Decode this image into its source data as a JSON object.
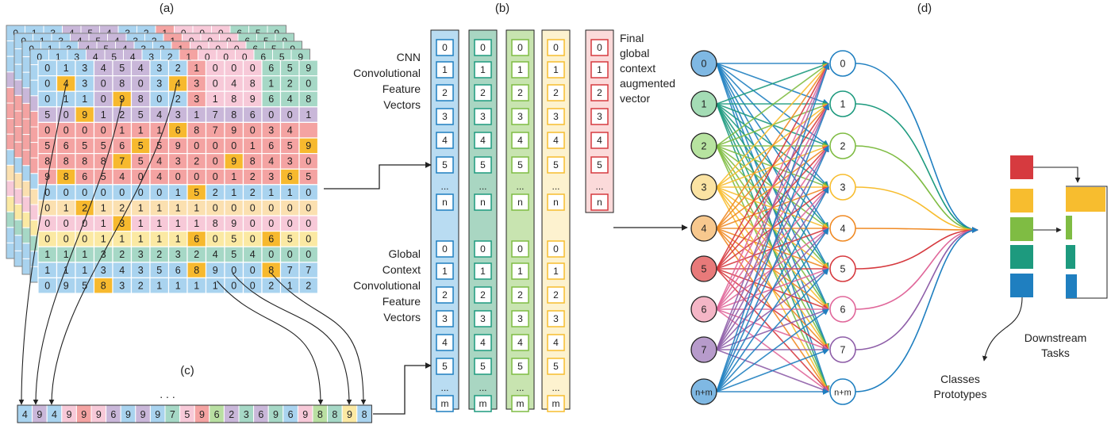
{
  "panel_labels": {
    "a": "(a)",
    "b": "(b)",
    "c": "(c)",
    "d": "(d)"
  },
  "colors": {
    "blue": "#a9d3ef",
    "salmon": "#f4a3a2",
    "peach": "#fbe0b0",
    "pink": "#f7c9d8",
    "teal": "#a6d8c6",
    "green": "#b9dfa2",
    "purple": "#c9b7d9",
    "orange": "#f7b92e",
    "yellow": "#fbe9a3",
    "node_blue": "#7fb8e3",
    "node_green": "#a4dcb5",
    "node_lightgreen": "#b7e3a0",
    "node_yellow": "#fbe3a3",
    "node_orange": "#f7c88e",
    "node_red": "#e87a7a",
    "node_pink": "#f4b6c6",
    "node_purple": "#b79bcb",
    "edge_blue": "#1f7fc0",
    "proto_red": "#d63a3f",
    "proto_yellow": "#f7bd2f",
    "proto_green": "#7fbc43",
    "proto_teal": "#1d9a7e",
    "proto_blue": "#1f7fc0"
  },
  "grid": {
    "rows": [
      [
        "0",
        "1",
        "3",
        "4",
        "5",
        "4",
        "3",
        "2",
        "1",
        "0",
        "0",
        "0",
        "6",
        "5",
        "9"
      ],
      [
        "0",
        "4",
        "3",
        "0",
        "8",
        "0",
        "3",
        "4",
        "3",
        "0",
        "4",
        "8",
        "1",
        "2",
        "0"
      ],
      [
        "0",
        "1",
        "1",
        "0",
        "9",
        "8",
        "0",
        "2",
        "3",
        "1",
        "8",
        "9",
        "6",
        "4",
        "8"
      ],
      [
        "5",
        "0",
        "9",
        "1",
        "2",
        "5",
        "4",
        "3",
        "1",
        "7",
        "8",
        "6",
        "0",
        "0",
        "1"
      ],
      [
        "0",
        "0",
        "0",
        "0",
        "1",
        "1",
        "1",
        "6",
        "8",
        "7",
        "9",
        "0",
        "3",
        "4"
      ],
      [
        "5",
        "6",
        "5",
        "5",
        "6",
        "5",
        "5",
        "9",
        "0",
        "0",
        "0",
        "1",
        "6",
        "5",
        "9"
      ],
      [
        "8",
        "8",
        "8",
        "8",
        "7",
        "5",
        "4",
        "3",
        "2",
        "0",
        "9",
        "8",
        "4",
        "3",
        "0"
      ],
      [
        "9",
        "8",
        "6",
        "5",
        "4",
        "0",
        "4",
        "0",
        "0",
        "0",
        "1",
        "2",
        "3",
        "6",
        "5"
      ],
      [
        "0",
        "0",
        "0",
        "0",
        "0",
        "0",
        "0",
        "1",
        "5",
        "2",
        "1",
        "2",
        "1",
        "1",
        "0"
      ],
      [
        "0",
        "1",
        "2",
        "1",
        "2",
        "1",
        "1",
        "1",
        "1",
        "0",
        "0",
        "0",
        "0",
        "0",
        "0"
      ],
      [
        "0",
        "0",
        "0",
        "1",
        "3",
        "1",
        "1",
        "1",
        "1",
        "8",
        "9",
        "0",
        "0",
        "0",
        "0"
      ],
      [
        "0",
        "0",
        "0",
        "1",
        "1",
        "1",
        "1",
        "1",
        "6",
        "0",
        "5",
        "0",
        "6",
        "5",
        "0"
      ],
      [
        "1",
        "1",
        "1",
        "3",
        "2",
        "3",
        "2",
        "3",
        "2",
        "4",
        "5",
        "4",
        "0",
        "0",
        "0"
      ],
      [
        "1",
        "1",
        "1",
        "3",
        "4",
        "3",
        "5",
        "6",
        "8",
        "9",
        "0",
        "0",
        "8",
        "7",
        "7"
      ],
      [
        "0",
        "9",
        "5",
        "8",
        "3",
        "2",
        "1",
        "1",
        "1",
        "1",
        "0",
        "0",
        "2",
        "1",
        "2"
      ]
    ],
    "back_top_rows": [
      [
        "0",
        "1",
        "3",
        "4",
        "5",
        "4",
        "3",
        "2",
        "1",
        "0",
        "0",
        "0",
        "6",
        "5",
        "9"
      ],
      [
        "0",
        "1",
        "3",
        "4",
        "5",
        "4",
        "3",
        "2",
        "1",
        "0",
        "0",
        "0",
        "6",
        "5",
        "9"
      ],
      [
        "0",
        "1",
        "3",
        "4",
        "5",
        "4",
        "3",
        "2",
        "1",
        "0",
        "0",
        "0",
        "6",
        "5",
        "9"
      ],
      [
        "0",
        "1",
        "3",
        "4",
        "5",
        "4",
        "3",
        "2",
        "1",
        "0",
        "0",
        "0",
        "6",
        "5",
        "9"
      ]
    ]
  },
  "sequence": {
    "ellipsis": ". . .",
    "cells": [
      "4",
      "9",
      "4",
      "9",
      "9",
      "9",
      "6",
      "9",
      "9",
      "9",
      "7",
      "5",
      "9",
      "6",
      "2",
      "3",
      "6",
      "9",
      "6",
      "9",
      "8",
      "8",
      "9",
      "8"
    ]
  },
  "vectors": {
    "cnn_label": [
      "CNN",
      "Convolutional",
      "Feature",
      "Vectors"
    ],
    "global_label": [
      "Global",
      "Context",
      "Convolutional",
      "Feature",
      "Vectors"
    ],
    "final_label": [
      "Final",
      "global",
      "context",
      "augmented",
      "vector"
    ],
    "top_cells": [
      "0",
      "1",
      "2",
      "3",
      "4",
      "5",
      "...",
      "n"
    ],
    "bottom_cells": [
      "0",
      "1",
      "2",
      "3",
      "4",
      "5",
      "...",
      "m"
    ],
    "final_cells": [
      "0",
      "1",
      "2",
      "3",
      "4",
      "5",
      "...",
      "n"
    ]
  },
  "network": {
    "input_nodes": [
      "0",
      "1",
      "2",
      "3",
      "4",
      "5",
      "6",
      "7",
      "n+m"
    ],
    "output_nodes": [
      "0",
      "1",
      "2",
      "3",
      "4",
      "5",
      "6",
      "7",
      "n+m"
    ],
    "classes_label": [
      "Classes",
      "Prototypes"
    ],
    "downstream_label": [
      "Downstream",
      "Tasks"
    ]
  }
}
